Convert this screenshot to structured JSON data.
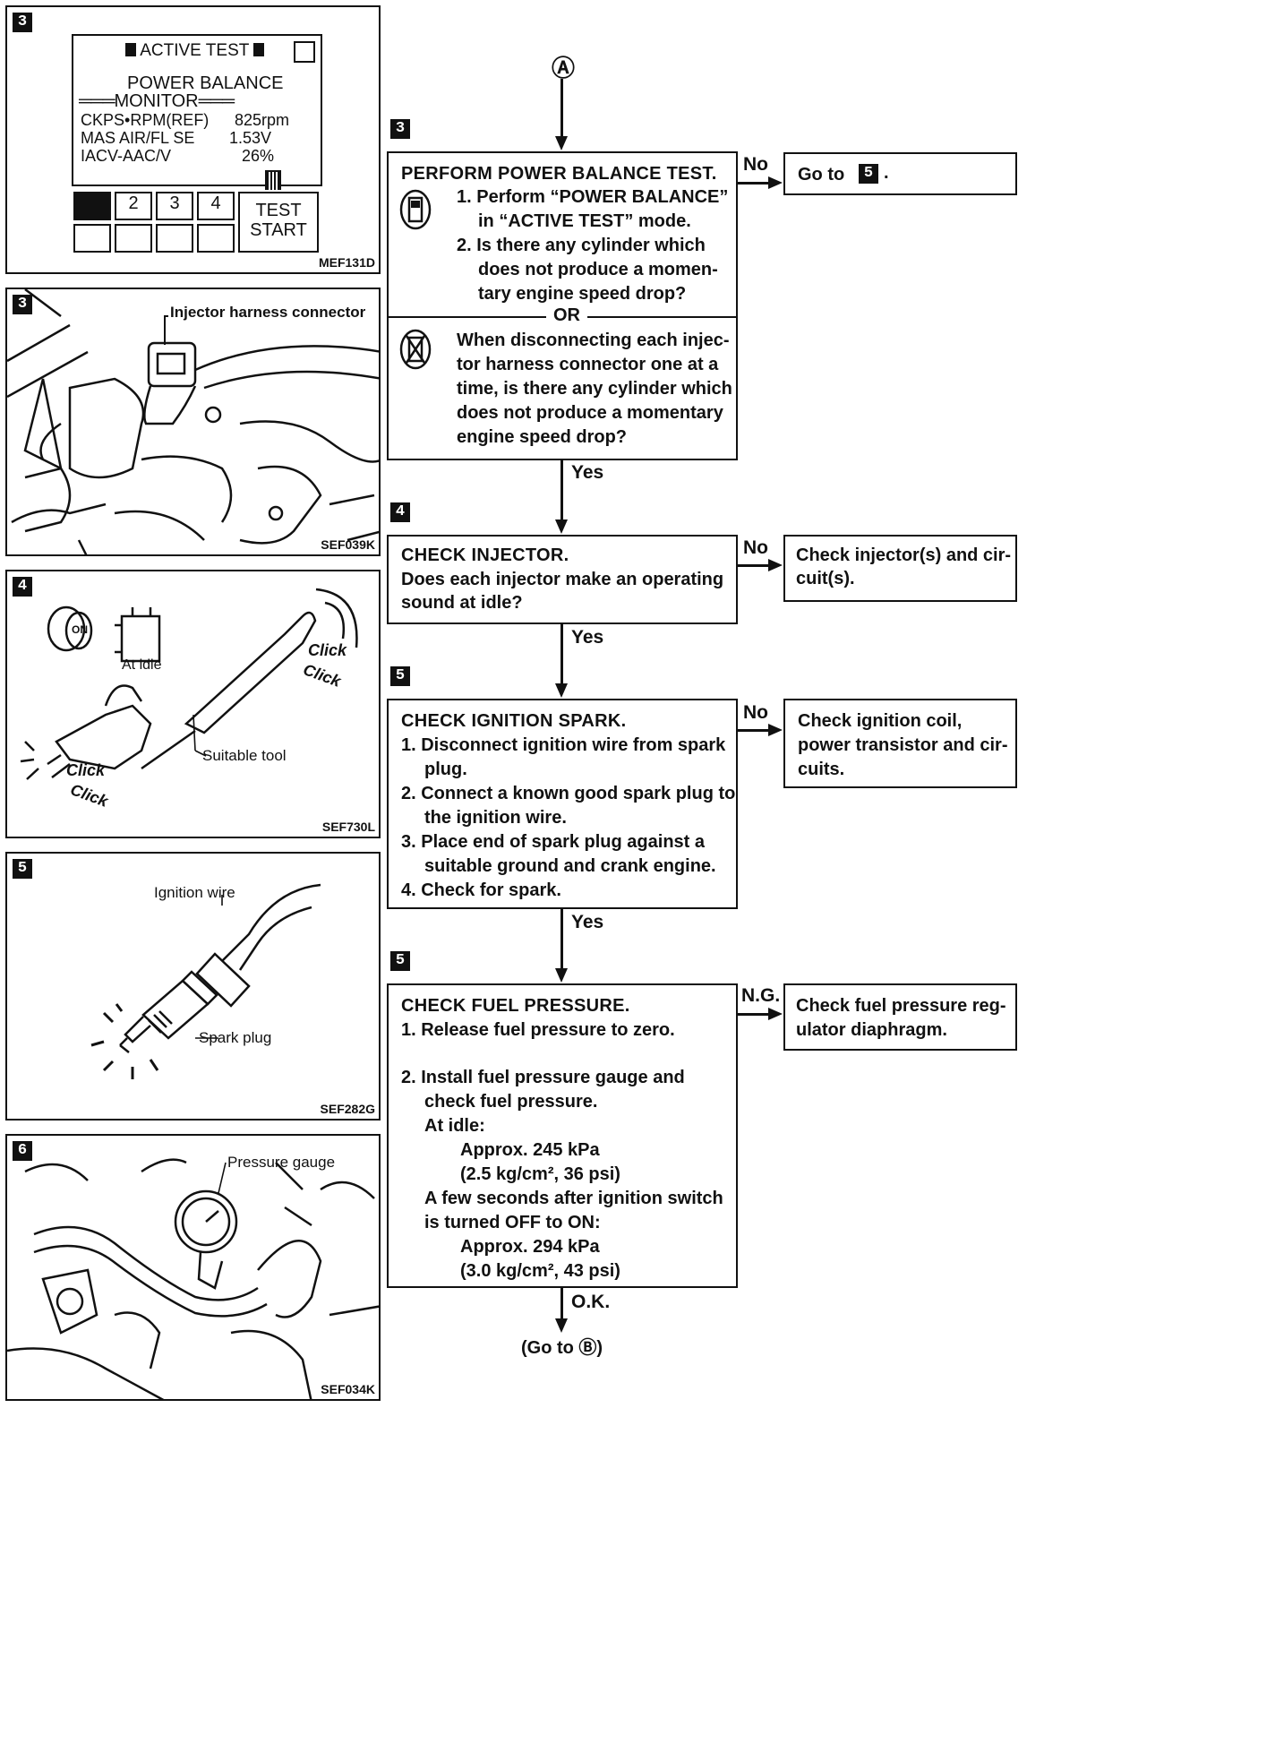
{
  "panels": [
    {
      "num": "3",
      "code": "MEF131D"
    },
    {
      "num": "3",
      "code": "SEF039K",
      "label": "Injector harness connector"
    },
    {
      "num": "4",
      "code": "SEF730L",
      "labels": {
        "on": "ON",
        "idle": "At idle",
        "tool": "Suitable tool",
        "click1a": "Click",
        "click1b": "Click",
        "click2a": "Click",
        "click2b": "Click"
      }
    },
    {
      "num": "5",
      "code": "SEF282G",
      "labels": {
        "wire": "Ignition wire",
        "plug": "Spark plug"
      }
    },
    {
      "num": "6",
      "code": "SEF034K",
      "label": "Pressure gauge"
    }
  ],
  "monitor": {
    "title": "ACTIVE TEST",
    "heading1": "POWER BALANCE",
    "heading2": "MONITOR",
    "rows": [
      {
        "name": "CKPS•RPM(REF)",
        "value": "825rpm"
      },
      {
        "name": "MAS AIR/FL SE",
        "value": "1.53V"
      },
      {
        "name": "IACV-AAC/V",
        "value": "26%"
      }
    ],
    "keys": [
      "",
      "2",
      "3",
      "4"
    ],
    "test_start_1": "TEST",
    "test_start_2": "START"
  },
  "flow": {
    "start_marker": "Ⓐ",
    "end_text": "(Go to Ⓑ)",
    "steps": [
      {
        "num": "3",
        "title": "PERFORM POWER BALANCE TEST.",
        "lines": [
          "1.  Perform “POWER BALANCE”",
          "in “ACTIVE TEST” mode.",
          "2.  Is there any cylinder which",
          "does not produce a momen-",
          "tary engine speed drop?"
        ],
        "or": "OR",
        "lines2": [
          "When disconnecting each injec-",
          "tor harness connector one at a",
          "time, is there any cylinder which",
          "does not produce a momentary",
          "engine speed drop?"
        ],
        "no_label": "No",
        "no_box": "Go to",
        "no_box_num": "5",
        "yes_label": "Yes"
      },
      {
        "num": "4",
        "title": "CHECK INJECTOR.",
        "lines": [
          "Does each injector make an operating",
          "sound at idle?"
        ],
        "no_label": "No",
        "no_box_lines": [
          "Check injector(s) and cir-",
          "cuit(s)."
        ],
        "yes_label": "Yes"
      },
      {
        "num": "5",
        "title": "CHECK IGNITION SPARK.",
        "lines": [
          "1.  Disconnect ignition wire from spark",
          "plug.",
          "2.  Connect a known good spark plug to",
          "the ignition wire.",
          "3.  Place end of spark plug against a",
          "suitable ground and crank engine.",
          "4.  Check for spark."
        ],
        "no_label": "No",
        "no_box_lines": [
          "Check ignition coil,",
          "power transistor and cir-",
          "cuits."
        ],
        "yes_label": "Yes"
      },
      {
        "num": "5",
        "title": "CHECK FUEL PRESSURE.",
        "lines": [
          "1.  Release fuel pressure to zero.",
          "2.  Install fuel pressure gauge and",
          "check fuel pressure.",
          "At idle:",
          "Approx. 245 kPa",
          "(2.5 kg/cm², 36 psi)",
          "A few seconds after ignition switch",
          "is turned OFF to ON:",
          "Approx. 294 kPa",
          "(3.0 kg/cm², 43 psi)"
        ],
        "no_label": "N.G.",
        "no_box_lines": [
          "Check fuel pressure reg-",
          "ulator diaphragm."
        ],
        "yes_label": "O.K."
      }
    ]
  }
}
